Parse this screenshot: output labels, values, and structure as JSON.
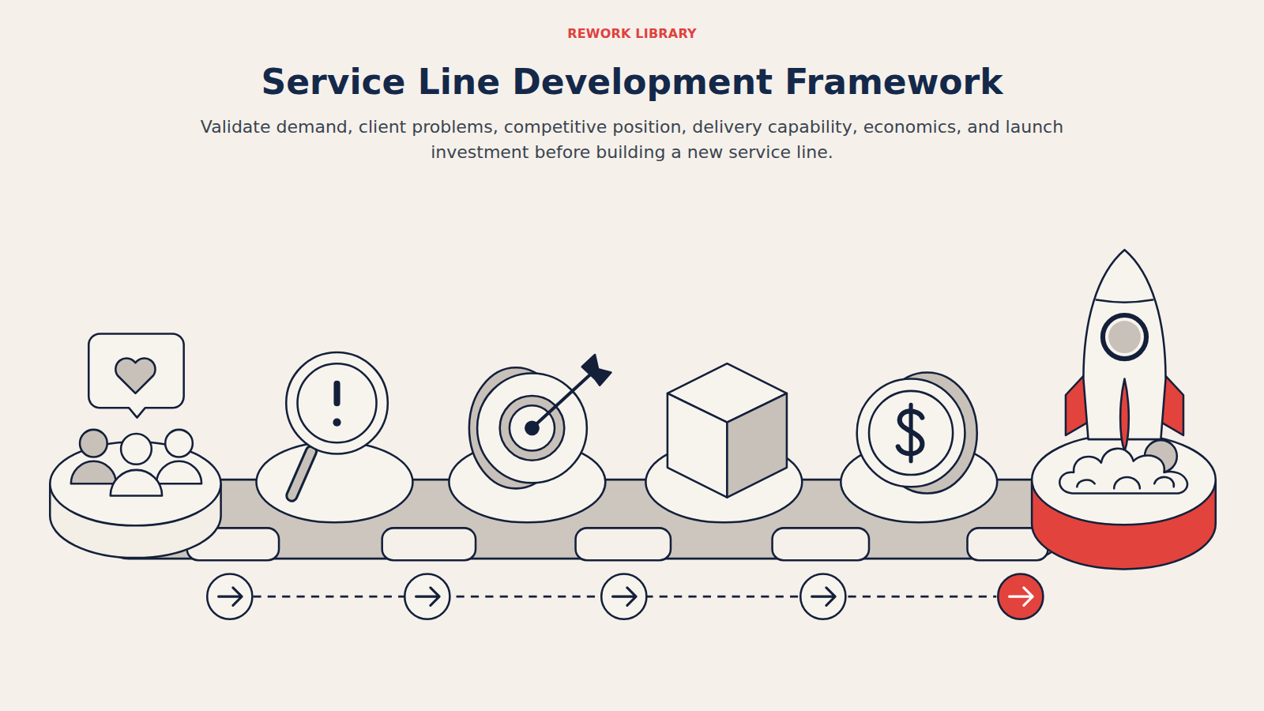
{
  "diagram": {
    "title": "Service Line Development Framework",
    "caption": "Validate demand, client problems, competitive position, delivery capability, economics, and launch investment before building a new service line.",
    "labels": [
      "REWORK LIBRARY"
    ]
  }
}
